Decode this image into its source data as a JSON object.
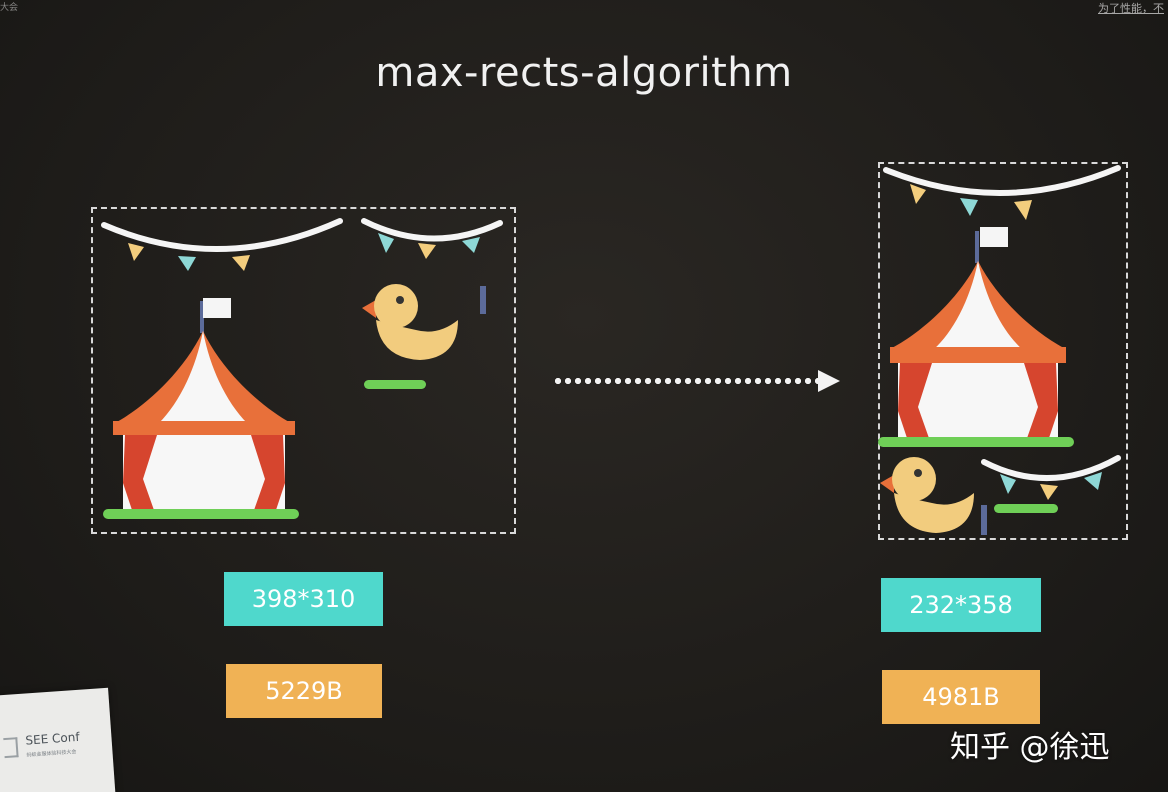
{
  "slide": {
    "title": "max-rects-algorithm",
    "top_right_text": "为了性能，不",
    "top_left_text": "大会"
  },
  "before": {
    "dimensions": "398*310",
    "file_size": "5229B"
  },
  "after": {
    "dimensions": "232*358",
    "file_size": "4981B"
  },
  "conference_card": {
    "name": "SEE Conf",
    "subtitle": "蚂蚁金服体验科技大会"
  },
  "watermark": "知乎 @徐迅",
  "colors": {
    "background": "#211f1c",
    "dimension_badge": "#4fd8cc",
    "size_badge": "#f0b255",
    "tent_orange": "#e8703a",
    "tent_white": "#f7f7f7",
    "curtain_red": "#d6452e",
    "grass_green": "#6fcf57",
    "duck_yellow": "#f2cc7e",
    "flag_yellow": "#f3cd7d",
    "flag_cyan": "#8ed8d6"
  },
  "icons": [
    "circus-tent-icon",
    "bunting-flags-icon",
    "duck-icon",
    "arrow-right-icon"
  ]
}
